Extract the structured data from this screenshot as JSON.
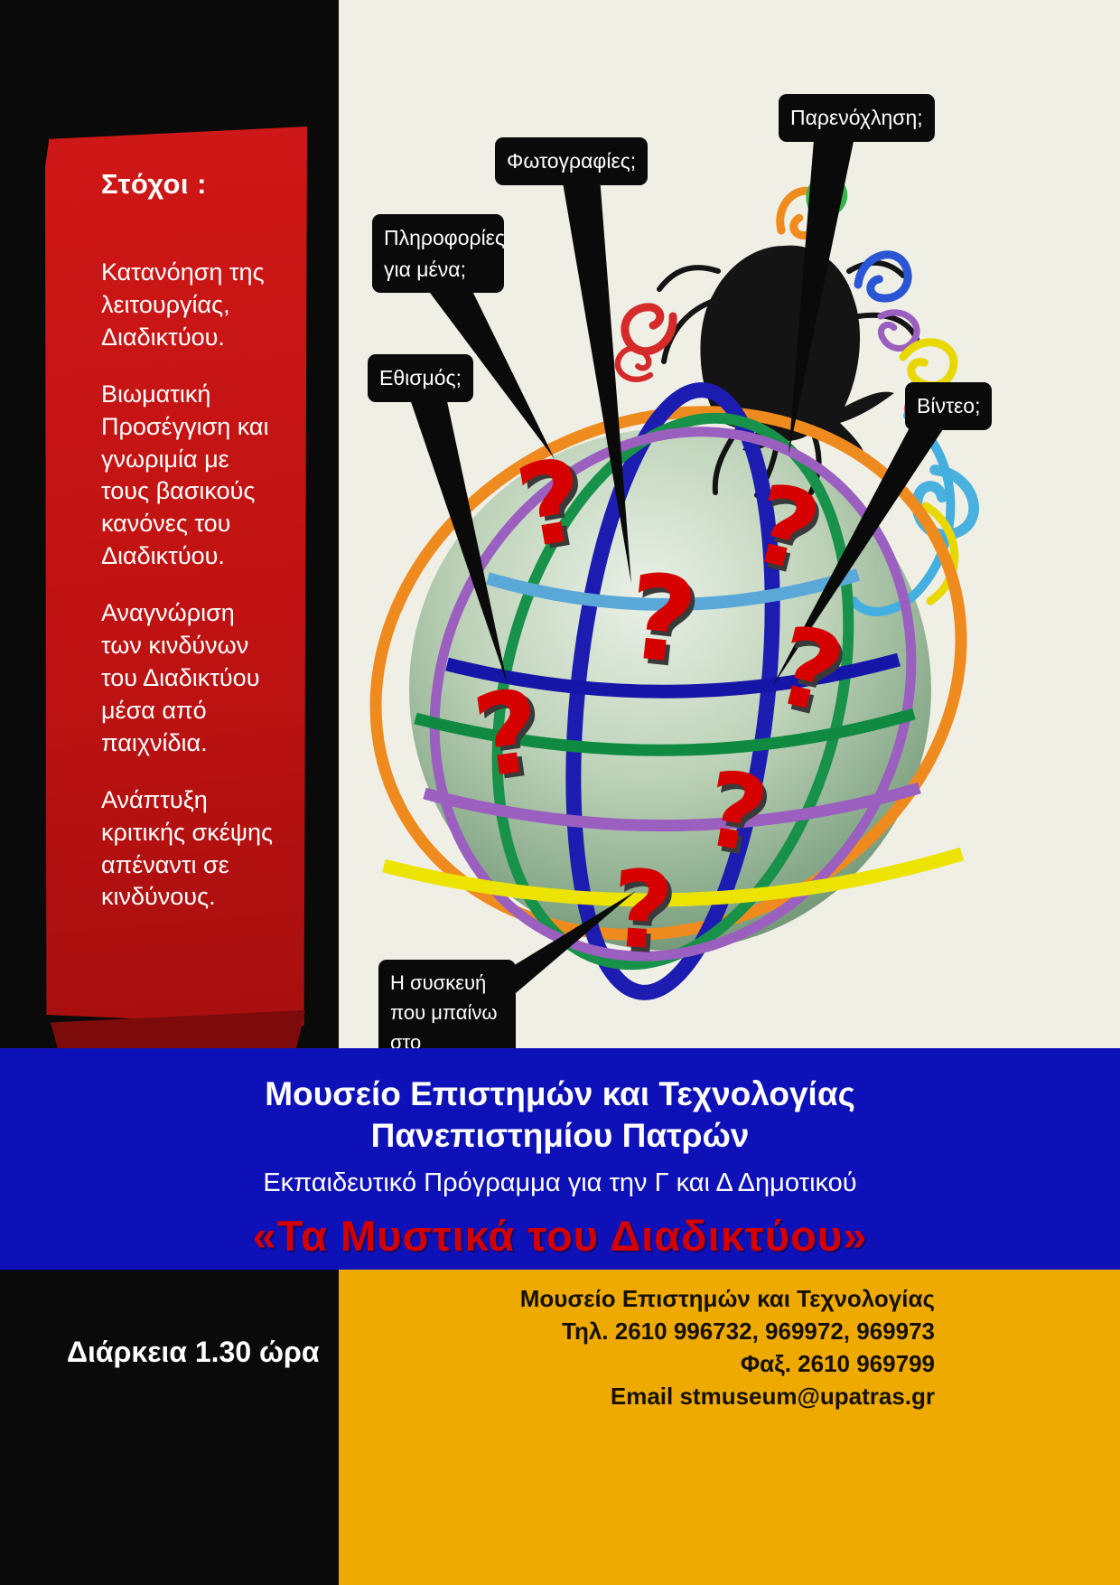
{
  "goals": {
    "heading": "Στόχοι :",
    "items": [
      "Κατανόηση της λειτουργίας, Διαδικτύου.",
      "Βιωματική Προσέγγιση και γνωριμία με τους βασικούς κανόνες του Διαδικτύου.",
      "Αναγνώριση των κινδύνων του Διαδικτύου μέσα από παιχνίδια.",
      "Ανάπτυξη κριτικής σκέψης απέναντι σε κινδύνους."
    ]
  },
  "callouts": [
    {
      "id": "harassment",
      "label": "Παρενόχληση;"
    },
    {
      "id": "photos",
      "label": "Φωτογραφίες;"
    },
    {
      "id": "personal-info",
      "label": "Πληροφορίες για μένα;"
    },
    {
      "id": "addiction",
      "label": "Εθισμός;"
    },
    {
      "id": "video",
      "label": "Βίντεο;"
    },
    {
      "id": "device",
      "label": "Η συσκευή που μπαίνω στο Διαδίκτυο;"
    }
  ],
  "globe": {
    "qmark": "?",
    "description": "green globe with colored orbit ribbons, red question marks and dark hairy creature on top"
  },
  "banner": {
    "line1": "Μουσείο  Επιστημών και Τεχνολογίας",
    "line2": "Πανεπιστημίου Πατρών",
    "line3": "Εκπαιδευτικό Πρόγραμμα για την Γ και Δ Δημοτικού",
    "title": "«Τα Μυστικά του Διαδικτύου»"
  },
  "footer": {
    "duration": "Διάρκεια  1.30 ώρα",
    "contact": [
      "Μουσείο Επιστημών και Τεχνολογίας",
      "Τηλ. 2610 996732, 969972, 969973",
      "Φαξ. 2610 969799",
      "Email stmuseum@upatras.gr"
    ]
  },
  "colors": {
    "red_banner": "#c01212",
    "blue_band": "#0e10b8",
    "gold_footer": "#eeaa00",
    "title_red": "#d40000",
    "question_mark_red": "#d60000",
    "canvas_cream": "#f0efe6"
  }
}
